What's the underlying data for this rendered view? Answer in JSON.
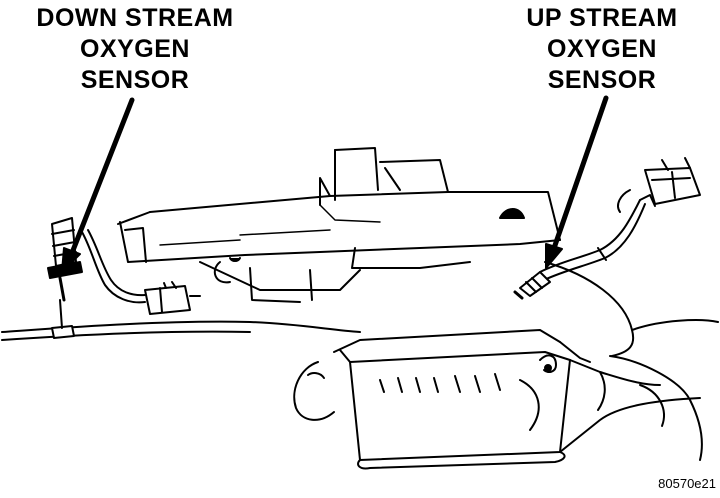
{
  "labels": {
    "downstream": [
      "DOWN STREAM",
      "OXYGEN",
      "SENSOR"
    ],
    "upstream": [
      "UP STREAM",
      "OXYGEN",
      "SENSOR"
    ]
  },
  "figure_id": "80570e21",
  "colors": {
    "ink": "#000000",
    "paper": "#ffffff"
  }
}
